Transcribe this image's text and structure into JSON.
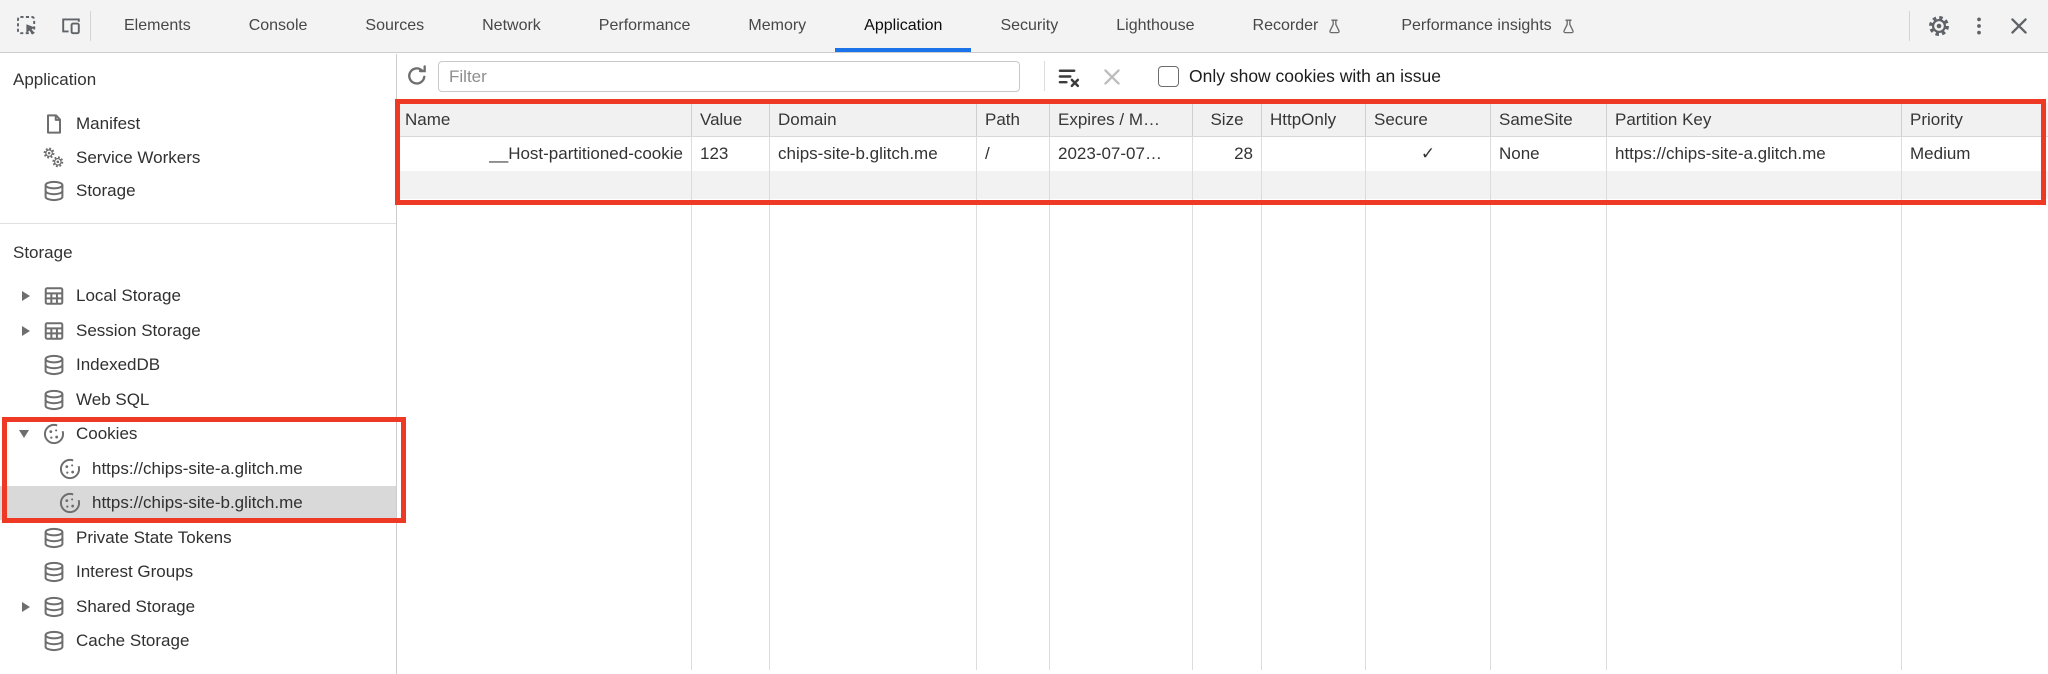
{
  "annotation_color": "#ee3a24",
  "tabbar": {
    "tabs": [
      {
        "label": "Elements",
        "selected": false
      },
      {
        "label": "Console",
        "selected": false
      },
      {
        "label": "Sources",
        "selected": false
      },
      {
        "label": "Network",
        "selected": false
      },
      {
        "label": "Performance",
        "selected": false
      },
      {
        "label": "Memory",
        "selected": false
      },
      {
        "label": "Application",
        "selected": true
      },
      {
        "label": "Security",
        "selected": false
      },
      {
        "label": "Lighthouse",
        "selected": false
      },
      {
        "label": "Recorder",
        "selected": false,
        "experiment": true
      },
      {
        "label": "Performance insights",
        "selected": false,
        "experiment": true
      }
    ],
    "icons": {
      "inspect": "inspect-cursor",
      "device": "device-toolbar",
      "settings": "gear",
      "more": "kebab-menu",
      "close": "close"
    }
  },
  "sidebar": {
    "sections": [
      {
        "title": "Application",
        "items": [
          {
            "label": "Manifest",
            "icon": "file-icon"
          },
          {
            "label": "Service Workers",
            "icon": "gears-icon"
          },
          {
            "label": "Storage",
            "icon": "database-icon"
          }
        ]
      },
      {
        "title": "Storage",
        "items": [
          {
            "label": "Local Storage",
            "icon": "table-icon",
            "chevron": "collapsed"
          },
          {
            "label": "Session Storage",
            "icon": "table-icon",
            "chevron": "collapsed"
          },
          {
            "label": "IndexedDB",
            "icon": "database-icon"
          },
          {
            "label": "Web SQL",
            "icon": "database-icon"
          },
          {
            "label": "Cookies",
            "icon": "cookie-icon",
            "chevron": "expanded"
          },
          {
            "label": "https://chips-site-a.glitch.me",
            "icon": "cookie-icon",
            "child": true
          },
          {
            "label": "https://chips-site-b.glitch.me",
            "icon": "cookie-icon",
            "child": true,
            "selected": true
          },
          {
            "label": "Private State Tokens",
            "icon": "database-icon"
          },
          {
            "label": "Interest Groups",
            "icon": "database-icon"
          },
          {
            "label": "Shared Storage",
            "icon": "database-icon",
            "chevron": "collapsed"
          },
          {
            "label": "Cache Storage",
            "icon": "database-icon"
          }
        ]
      }
    ]
  },
  "toolbar": {
    "filter_placeholder": "Filter",
    "checkbox_label": "Only show cookies with an issue",
    "checkbox_checked": false
  },
  "table": {
    "columns": [
      "Name",
      "Value",
      "Domain",
      "Path",
      "Expires / M…",
      "Size",
      "HttpOnly",
      "Secure",
      "SameSite",
      "Partition Key",
      "Priority"
    ],
    "rows": [
      {
        "name": "__Host-partitioned-cookie",
        "value": "123",
        "domain": "chips-site-b.glitch.me",
        "path": "/",
        "expires": "2023-07-07…",
        "size": "28",
        "http_only": "",
        "secure": "✓",
        "same_site": "None",
        "partition_key": "https://chips-site-a.glitch.me",
        "priority": "Medium"
      }
    ]
  }
}
